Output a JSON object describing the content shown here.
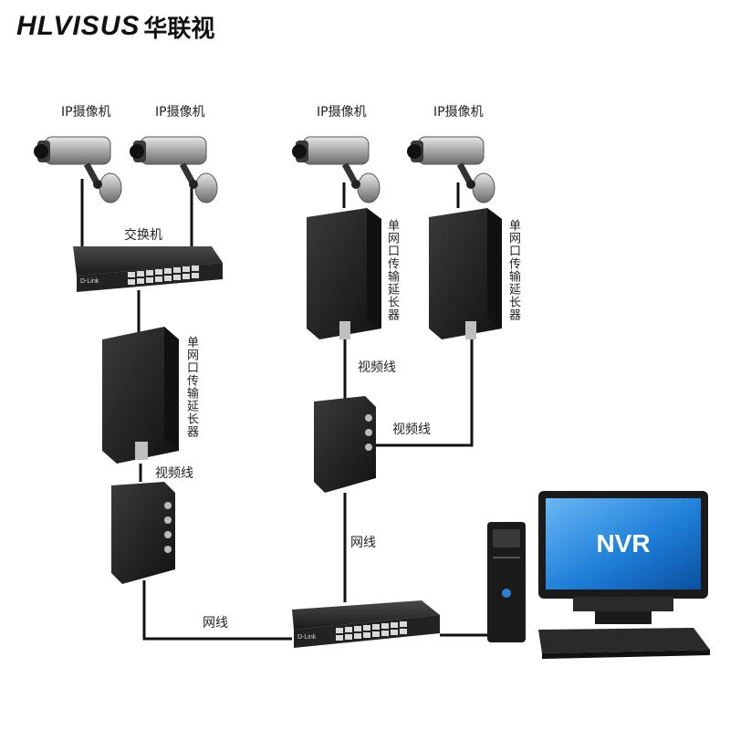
{
  "brand": {
    "latin": "HLVISUS",
    "cn": "华联视"
  },
  "labels": {
    "cam": "IP摄像机",
    "switch_top": "交换机",
    "extender": "单网口传输延长器",
    "video_line": "视频线",
    "net_line": "网线",
    "nvr": "NVR",
    "dlink": "D-Link"
  },
  "colors": {
    "device": "#1c1c1c",
    "device_face": "#2a2a2a",
    "cable": "#111111",
    "screen": "#1e7fd8"
  }
}
